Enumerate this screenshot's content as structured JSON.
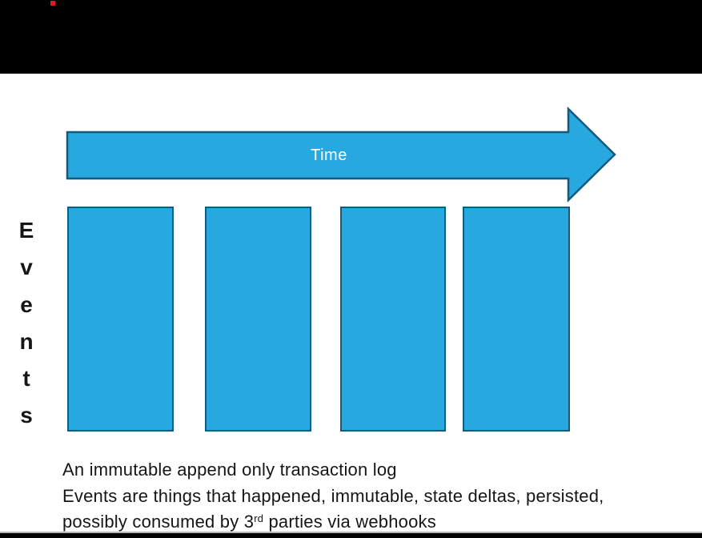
{
  "colors": {
    "accent_blue": "#27A9E0",
    "shape_border": "#135A7E",
    "header_black": "#000000",
    "footer_black": "#000000",
    "marker_red": "#E2191F",
    "divider_gray": "#B3B3B3",
    "text_black": "#161616",
    "arrow_label_white": "#FFFFFF"
  },
  "header": {
    "marker_icon": "red-square"
  },
  "timeline": {
    "arrow_label": "Time"
  },
  "events_axis": {
    "word": "Events",
    "letters": [
      "E",
      "v",
      "e",
      "n",
      "t",
      "s"
    ]
  },
  "event_bars": {
    "count": 4
  },
  "caption": {
    "line1": "An immutable append only transaction log",
    "line2": "Events are things that happened, immutable, state deltas, persisted,",
    "line3": {
      "pre": "possibly consumed by 3",
      "sup": "rd",
      "post": " parties via webhooks"
    }
  }
}
